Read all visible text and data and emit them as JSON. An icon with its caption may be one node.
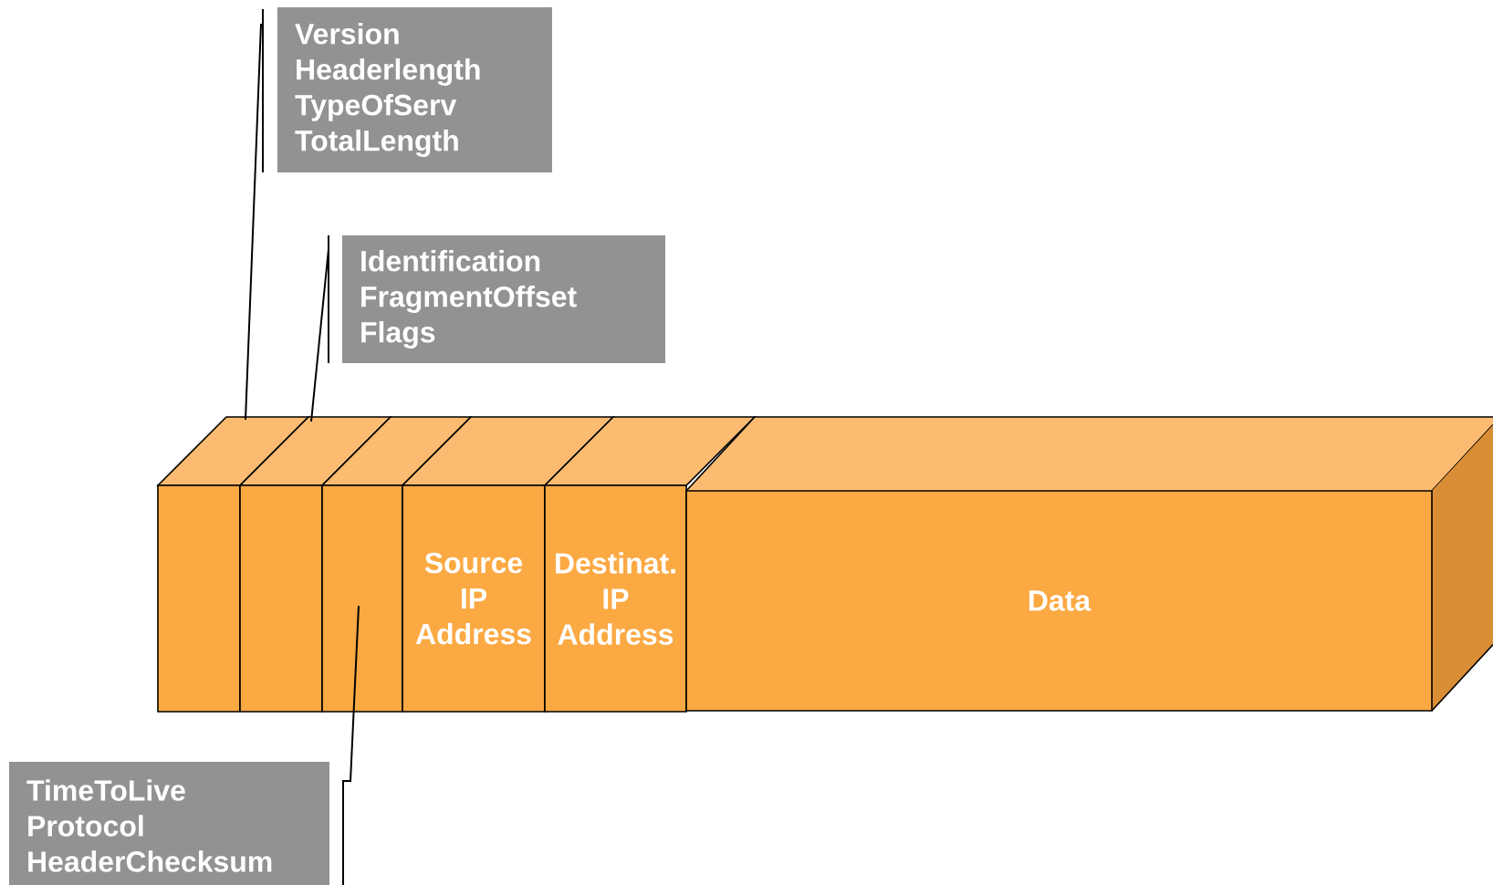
{
  "diagram": {
    "nodes": [
      {
        "text": [
          "Version",
          "Headerlength",
          "TypeOfServ",
          "TotalLength"
        ]
      },
      {
        "text": [
          "Identification",
          "FragmentOffset",
          "Flags"
        ]
      },
      {
        "text": [],
        "shape": "box"
      },
      {
        "text": [],
        "shape": "box"
      },
      {
        "text": [],
        "shape": "box"
      },
      {
        "text": [
          "Source IP Address"
        ]
      },
      {
        "text": [
          "Destinat. IP Address"
        ]
      },
      {
        "text": [
          "Data"
        ]
      },
      {
        "text": [
          "TimeToLive",
          "Protocol",
          "HeaderChecksum"
        ]
      }
    ],
    "edges": [
      {
        "from": 0,
        "to": 2,
        "arrow": "none"
      },
      {
        "from": 1,
        "to": 3,
        "arrow": "none"
      },
      {
        "from": 8,
        "to": 4,
        "arrow": "none"
      }
    ]
  }
}
